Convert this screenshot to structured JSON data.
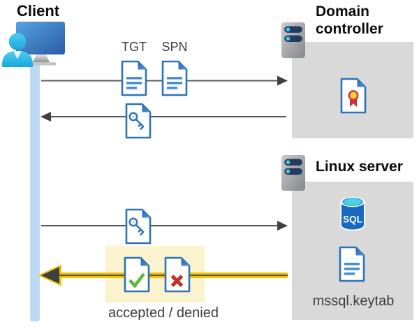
{
  "diagram": {
    "client": {
      "title": "Client"
    },
    "domain_controller": {
      "title": "Domain controller"
    },
    "linux_server": {
      "title": "Linux server",
      "sql_badge": "SQL",
      "keytab_filename": "mssql.keytab"
    },
    "tickets": {
      "tgt_label": "TGT",
      "spn_label": "SPN"
    },
    "response": {
      "result_label": "accepted / denied"
    },
    "colors": {
      "doc_border_blue": "#2e73b8",
      "doc_line_blue": "#4a8fd0",
      "lifeline_blue": "#bed9f5",
      "box_gray": "#d9d9d9",
      "highlight_yellow": "#fbf3cd",
      "gold": "#f3c300",
      "arrow_gray": "#58595b",
      "check_green": "#5cb843",
      "cross_red": "#c03428",
      "server_pill_navy": "#243a5e",
      "accent_cyan": "#4ac4ea",
      "sql_blue": "#1a69c0"
    }
  }
}
